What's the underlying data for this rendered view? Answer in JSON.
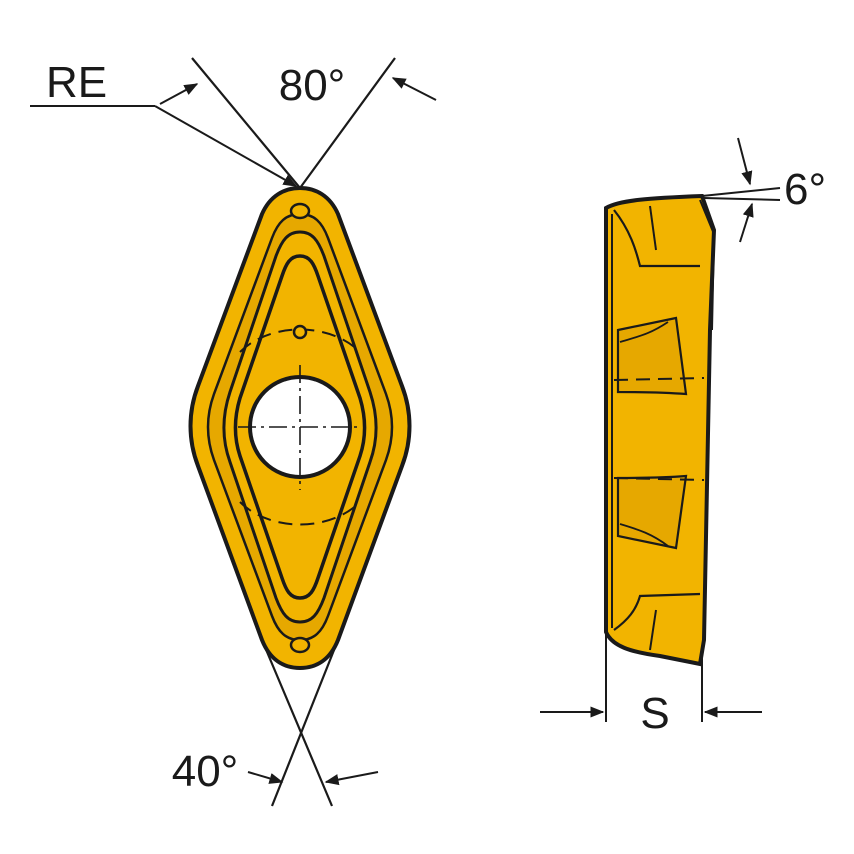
{
  "labels": {
    "corner_radius": "RE",
    "top_angle": "80°",
    "bottom_angle": "40°",
    "clearance_angle": "6°",
    "thickness": "S"
  },
  "colors": {
    "insert_fill": "#F2B400",
    "insert_shade": "#D89600",
    "outline": "#1a1a1a",
    "hole": "#ffffff",
    "background": "#ffffff"
  }
}
